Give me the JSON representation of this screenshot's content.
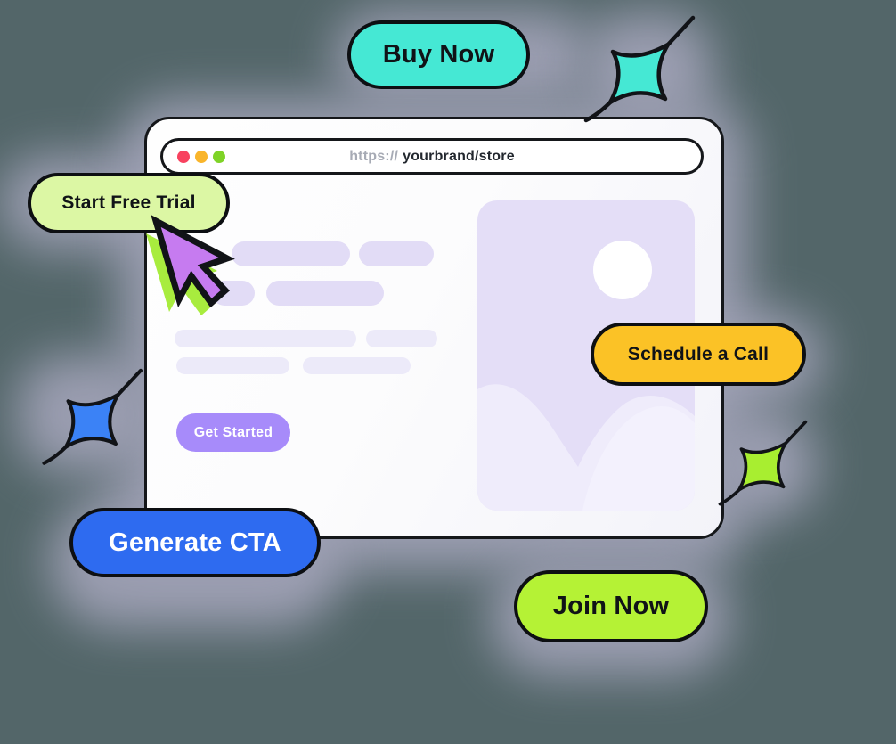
{
  "browser_window": {
    "address_bar": {
      "url_scheme": "https://",
      "url_domain": "yourbrand/store",
      "traffic_light_colors": [
        "#F8425F",
        "#F9B52B",
        "#7FD327"
      ]
    },
    "content": {
      "get_started_button": {
        "label": "Get Started",
        "bg": "#A78BFA",
        "text_color": "#FFFFFF"
      }
    }
  },
  "cta_pills": [
    {
      "id": "buy-now",
      "label": "Buy Now",
      "bg": "#45E8D4",
      "text_color": "#101317"
    },
    {
      "id": "start-free-trial",
      "label": "Start Free Trial",
      "bg": "#DCF7A4",
      "text_color": "#101317"
    },
    {
      "id": "schedule-a-call",
      "label": "Schedule a Call",
      "bg": "#FBC226",
      "text_color": "#101317"
    },
    {
      "id": "generate-cta",
      "label": "Generate CTA",
      "bg": "#2E6BF0",
      "text_color": "#FFFFFF"
    },
    {
      "id": "join-now",
      "label": "Join Now",
      "bg": "#B5F235",
      "text_color": "#101317"
    }
  ],
  "decorations": {
    "sparkles": [
      {
        "name": "teal-sparkle",
        "color": "#45E8D4"
      },
      {
        "name": "blue-sparkle",
        "color": "#3B82F6"
      },
      {
        "name": "lime-sparkle",
        "color": "#A8EE30"
      }
    ],
    "cursor": {
      "fill": "#C67BF0",
      "accent": "#A8EC3E",
      "outline": "#111317"
    }
  },
  "palette": {
    "background": "#536669",
    "glow": "#9EA0B4",
    "window_bg": "#FDFDFE",
    "placeholder_dark": "#E2DCF6",
    "placeholder_light": "#ECEAF9",
    "panel_bg": "#E4DEF7",
    "panel_mountains": "#EFECFB"
  }
}
